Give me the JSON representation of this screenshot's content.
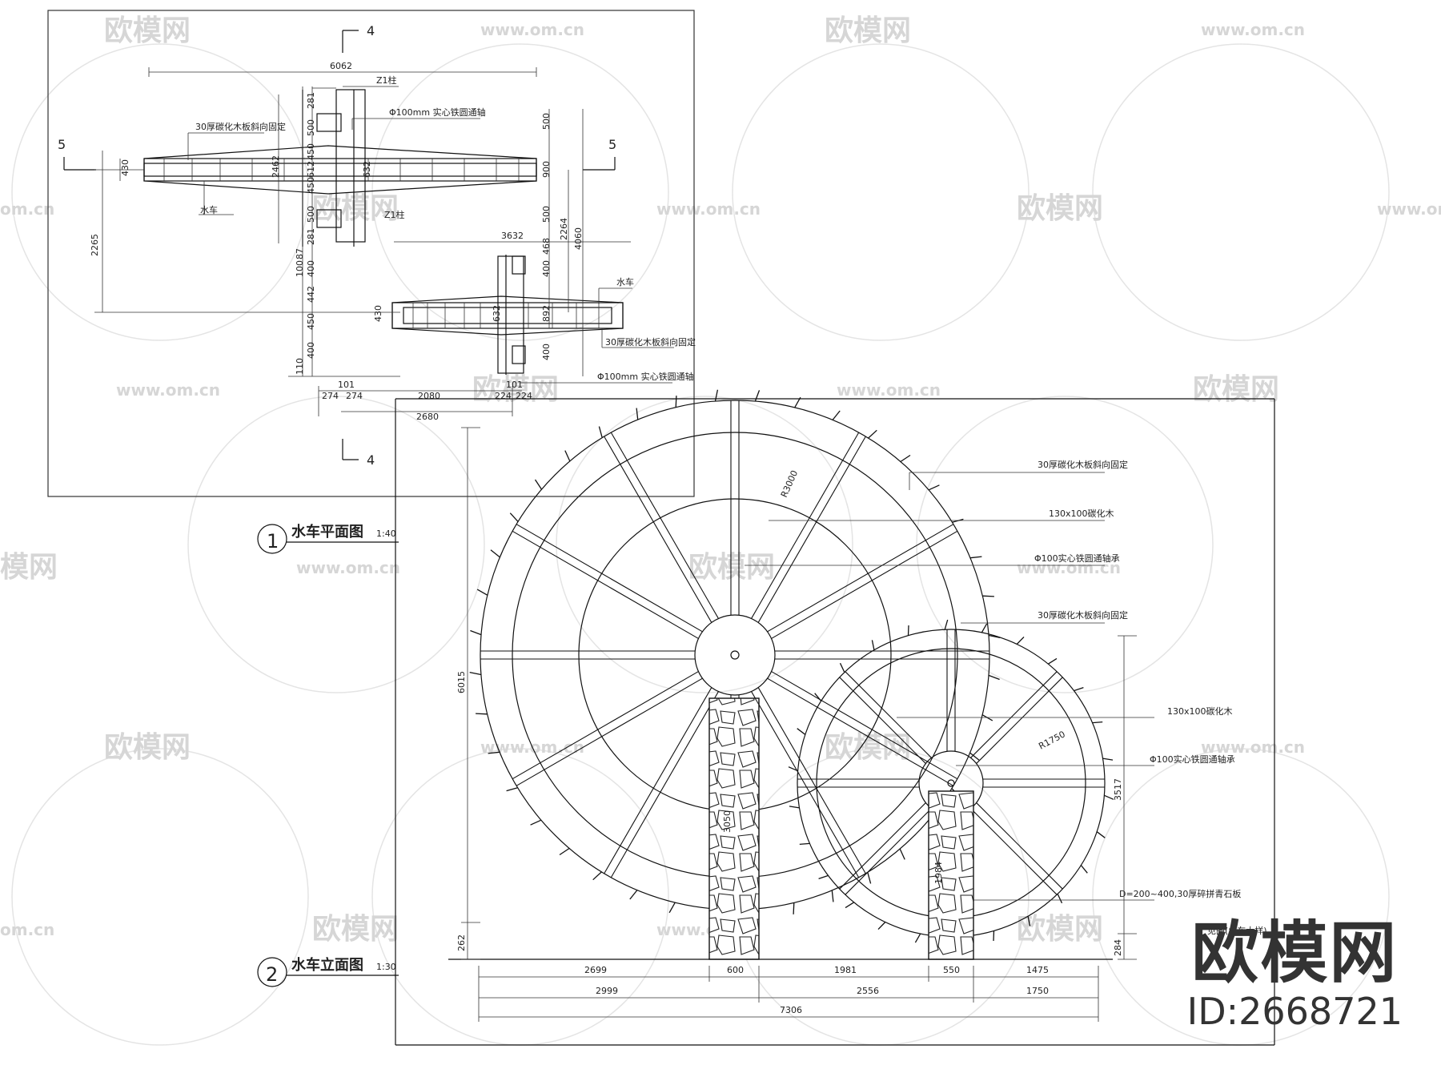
{
  "watermark": {
    "logo": "欧模网",
    "url": "www.om.cn",
    "url_fragment": "om.cn",
    "logo_fragment": "模网"
  },
  "brand": {
    "name": "欧模网",
    "id": "ID:2668721"
  },
  "section_marks": {
    "four": "4",
    "five": "5"
  },
  "plan": {
    "title": "水车平面图",
    "scale": "1:40",
    "number": "1",
    "labels": {
      "z1_col": "Z1柱",
      "z1_col_short": "Z1柱",
      "board_top": "30厚碳化木板斜向固定",
      "axle_top": "Φ100mm 实心铁圆通轴",
      "wheel_left": "水车",
      "wheel_right": "水车",
      "board_bottom": "30厚碳化木板斜向固定",
      "axle_bottom": "Φ100mm 实心铁圆通轴"
    },
    "dims": {
      "overall_width": "6062",
      "d430a": "430",
      "d2462": "2462",
      "d2265": "2265",
      "d281a": "281",
      "d500a": "500",
      "d450a": "450",
      "d612": "612",
      "d450b": "450",
      "d500b": "500",
      "d281b": "281",
      "d87": "87",
      "d400a": "400",
      "d100": "100",
      "d442": "442",
      "d450c": "450",
      "d400b": "400",
      "d110": "110",
      "d632a": "632",
      "r500a": "500",
      "r900": "900",
      "r500b": "500",
      "d2264": "2264",
      "d4060": "4060",
      "d3632": "3632",
      "d468": "468",
      "d400c": "400",
      "d430b": "430",
      "d632b": "632",
      "d892": "892",
      "d400d": "400",
      "b274a": "274",
      "b101a": "101",
      "b274b": "274",
      "b2080": "2080",
      "b224a": "224",
      "b101b": "101",
      "b224b": "224",
      "b2680": "2680"
    }
  },
  "elevation": {
    "title": "水车立面图",
    "scale": "1:30",
    "number": "2",
    "labels": {
      "board_large": "30厚碳化木板斜向固定",
      "timber_large": "130x100碳化木",
      "axle_large": "Φ100实心铁圆通轴承",
      "board_small": "30厚碳化木板斜向固定",
      "timber_small": "130x100碳化木",
      "axle_small": "Φ100实心铁圆通轴承",
      "stone": "D=200~400,30厚碎拼青石板",
      "ref": "见图(水车大样)"
    },
    "dims": {
      "r_large": "R3000",
      "r_small": "R1750",
      "h6015": "6015",
      "h262": "262",
      "h3517": "3517",
      "h284": "284",
      "pier_large": "3050",
      "pier_small": "1984",
      "b2699": "2699",
      "b600": "600",
      "b1981": "1981",
      "b550": "550",
      "b1475": "1475",
      "b2999": "2999",
      "b2556": "2556",
      "b1750": "1750",
      "b7306": "7306"
    }
  }
}
